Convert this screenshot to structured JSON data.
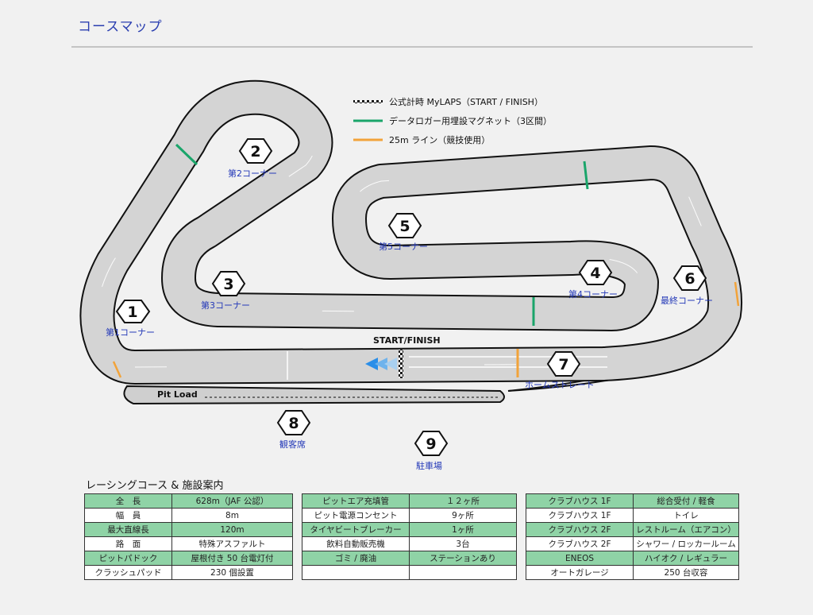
{
  "page": {
    "title": "コースマップ"
  },
  "legend": [
    {
      "label": "公式計時 MyLAPS（START / FINISH）",
      "icon": "checkered-line-icon",
      "color": "#111111"
    },
    {
      "label": "データロガー用埋設マグネット（3区間）",
      "icon": "green-line-icon",
      "color": "#1aa56a"
    },
    {
      "label": "25m ライン（競技使用）",
      "icon": "orange-line-icon",
      "color": "#f2a33a"
    }
  ],
  "map": {
    "start_finish_label": "START/FINISH",
    "pit_lane_label": "Pit Load",
    "markers": [
      {
        "number": "1",
        "label": "第1コーナー"
      },
      {
        "number": "2",
        "label": "第2コーナー"
      },
      {
        "number": "3",
        "label": "第3コーナー"
      },
      {
        "number": "4",
        "label": "第4コーナー"
      },
      {
        "number": "5",
        "label": "第5コーナー"
      },
      {
        "number": "6",
        "label": "最終コーナー"
      },
      {
        "number": "7",
        "label": "ホームストレート"
      },
      {
        "number": "8",
        "label": "観客席"
      },
      {
        "number": "9",
        "label": "駐車場"
      }
    ]
  },
  "facilities": {
    "title": "レーシングコース & 施設案内",
    "rows": [
      [
        "全　長",
        "628m（JAF 公認）",
        "ピットエア充填管",
        "１２ヶ所",
        "クラブハウス 1F",
        "総合受付 / 軽食"
      ],
      [
        "幅　員",
        "8m",
        "ピット電源コンセント",
        "9ヶ所",
        "クラブハウス 1F",
        "トイレ"
      ],
      [
        "最大直線長",
        "120m",
        "タイヤビートブレーカー",
        "1ヶ所",
        "クラブハウス 2F",
        "レストルーム（エアコン）"
      ],
      [
        "路　面",
        "特殊アスファルト",
        "飲料自動販売機",
        "3台",
        "クラブハウス 2F",
        "シャワー / ロッカールーム"
      ],
      [
        "ピットパドック",
        "屋根付き 50 台電灯付",
        "ゴミ / 廃油",
        "ステーションあり",
        "ENEOS",
        "ハイオク / レギュラー"
      ],
      [
        "クラッシュパッド",
        "230 個設置",
        "",
        "",
        "オートガレージ",
        "250 台収容"
      ]
    ]
  }
}
